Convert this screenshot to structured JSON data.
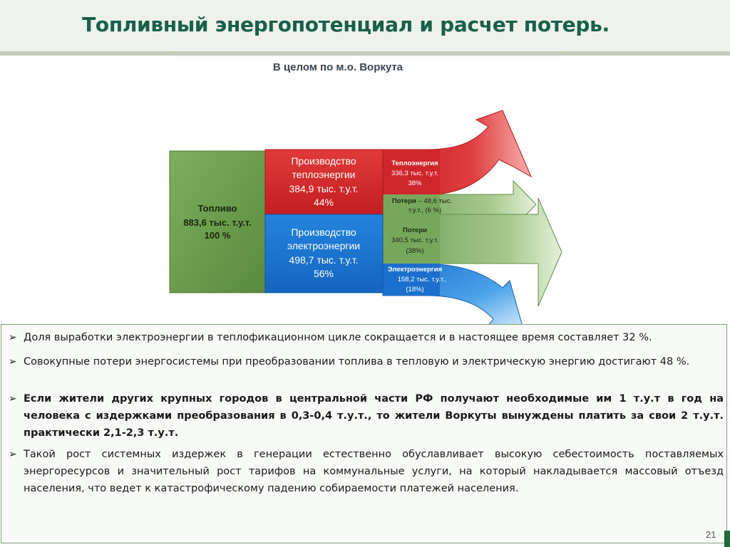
{
  "header": {
    "title": "Топливный энергопотенциал и расчет потерь."
  },
  "diagram": {
    "subtitle": "В целом по м.о. Воркута",
    "fuel": {
      "label": "Топливо",
      "value": "883,6 тыс. т.у.т.",
      "percent": "100 %"
    },
    "heat_production": {
      "label_1": "Производство",
      "label_2": "теплоэнергии",
      "value": "384,9 тыс. т.у.т.",
      "percent": "44%"
    },
    "electric_production": {
      "label_1": "Производство",
      "label_2": "электроэнергии",
      "value": "498,7 тыс. т.у.т.",
      "percent": "56%"
    },
    "heat_energy": {
      "label": "Теплоэнергия",
      "value": "336,3 тыс. т.у.т.",
      "percent": "38%"
    },
    "heat_losses": {
      "label_bold": "Потери",
      "label_rest": " – 48,6 тыс.",
      "value": "т.у.т., (6 %)"
    },
    "electric_losses": {
      "label": "Потери",
      "value": "340,5 тыс. т.у.т.",
      "percent": "(38%)"
    },
    "electric_energy": {
      "label": "Электроэнергия",
      "value": "158,2 тыс. т.у.т.,",
      "percent": "(18%)"
    },
    "colors": {
      "fuel": "#6a9a4c",
      "heat": "#d42a2e",
      "electric": "#1a73cf",
      "loss": "#7faa62"
    }
  },
  "bullets": [
    {
      "mark": "➢",
      "text": "Доля выработки электроэнергии в теплофикационном цикле сокращается и в настоящее время составляет 32 %.",
      "bold": false
    },
    {
      "mark": "➢",
      "text": "Совокупные потери энергосистемы при преобразовании топлива в тепловую и электрическую энергию достигают 48 %.",
      "bold": false
    },
    {
      "mark": "➢",
      "text": "Если жители других крупных городов в центральной части РФ получают необходимые им 1 т.у.т в год на человека с издержками преобразования в 0,3-0,4 т.у.т., то жители Воркуты вынуждены платить за свои 2 т.у.т. практически 2,1-2,3 т.у.т.",
      "bold": true
    },
    {
      "mark": "➢",
      "text": "Такой рост системных издержек в генерации естественно обуславливает высокую себестоимость поставляемых энергоресурсов и значительный рост тарифов на коммунальные услуги, на который накладывается массовый отъезд населения, что ведет к катастрофическому падению собираемости платежей населения.",
      "bold": false
    }
  ],
  "footer": {
    "page_number": "21"
  }
}
